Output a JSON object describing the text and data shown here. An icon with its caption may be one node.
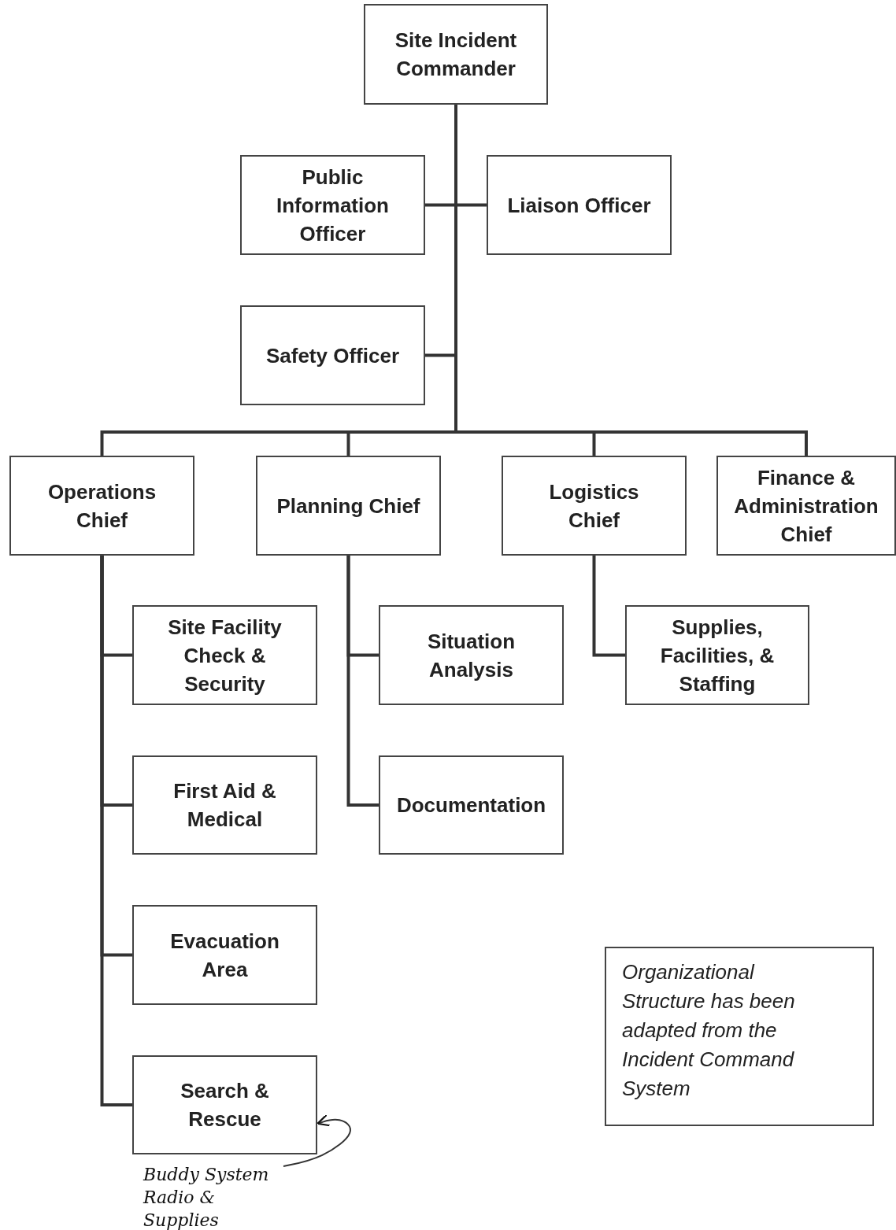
{
  "diagram": {
    "nodes": [
      {
        "text": [
          "Site Incident Commander"
        ]
      },
      {
        "text": [
          "Public Information Officer"
        ]
      },
      {
        "text": [
          "Liaison Officer"
        ]
      },
      {
        "text": [
          "Safety Officer"
        ]
      },
      {
        "text": [
          "Operations Chief"
        ]
      },
      {
        "text": [
          "Planning Chief"
        ]
      },
      {
        "text": [
          "Logistics Chief"
        ]
      },
      {
        "text": [
          "Finance & Administration Chief"
        ]
      },
      {
        "text": [
          "Site Facility Check & Security"
        ]
      },
      {
        "text": [
          "Situation Analysis"
        ]
      },
      {
        "text": [
          "Supplies, Facilities, & Staffing"
        ]
      },
      {
        "text": [
          "First Aid & Medical"
        ]
      },
      {
        "text": [
          "Documentation"
        ]
      },
      {
        "text": [
          "Evacuation Area"
        ]
      },
      {
        "text": [
          "Search & Rescue"
        ]
      },
      {
        "text": [
          "Organizational Structure has been adapted from the Incident Command System"
        ]
      },
      {
        "text": [
          "Buddy System Radio & Supplies"
        ]
      }
    ],
    "edges": [
      {
        "from": 0,
        "to": 1,
        "arrow": "none"
      },
      {
        "from": 0,
        "to": 2,
        "arrow": "none"
      },
      {
        "from": 0,
        "to": 3,
        "arrow": "none"
      },
      {
        "from": 0,
        "to": 4,
        "arrow": "none"
      },
      {
        "from": 0,
        "to": 5,
        "arrow": "none"
      },
      {
        "from": 0,
        "to": 6,
        "arrow": "none"
      },
      {
        "from": 0,
        "to": 7,
        "arrow": "none"
      },
      {
        "from": 4,
        "to": 8,
        "arrow": "none"
      },
      {
        "from": 4,
        "to": 11,
        "arrow": "none"
      },
      {
        "from": 4,
        "to": 13,
        "arrow": "none"
      },
      {
        "from": 4,
        "to": 14,
        "arrow": "none"
      },
      {
        "from": 5,
        "to": 9,
        "arrow": "none"
      },
      {
        "from": 5,
        "to": 12,
        "arrow": "none"
      },
      {
        "from": 6,
        "to": 10,
        "arrow": "none"
      },
      {
        "from": 16,
        "to": 14,
        "arrow": "to"
      }
    ]
  }
}
